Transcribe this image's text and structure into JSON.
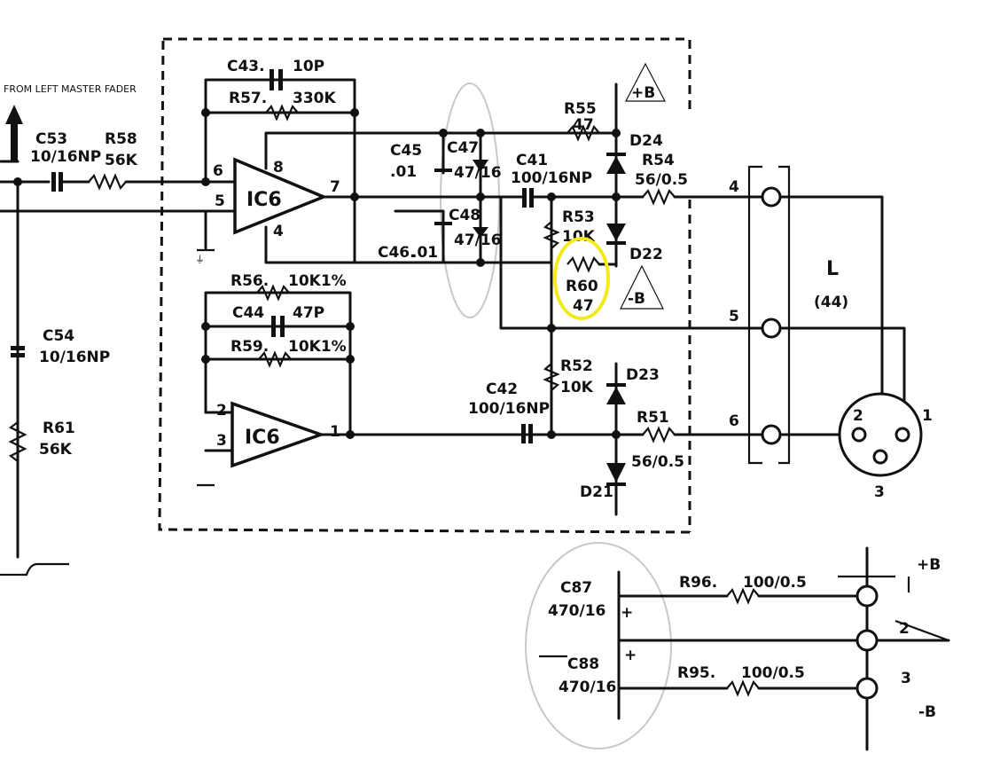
{
  "notes": {
    "source": "FROM LEFT MASTER FADER"
  },
  "ic": {
    "upper": {
      "name": "IC6",
      "pins": [
        "6",
        "5",
        "8",
        "4",
        "7"
      ]
    },
    "lower": {
      "name": "IC6",
      "pins": [
        "2",
        "3",
        "1"
      ]
    }
  },
  "components": {
    "c53": {
      "ref": "C53",
      "value": "10/16NP"
    },
    "r58": {
      "ref": "R58",
      "value": "56K"
    },
    "c43": {
      "ref": "C43.",
      "value": "10P"
    },
    "r57": {
      "ref": "R57.",
      "value": "330K"
    },
    "r56": {
      "ref": "R56.",
      "value": "10K1%"
    },
    "c44": {
      "ref": "C44",
      "value": "47P"
    },
    "r59": {
      "ref": "R59.",
      "value": "10K1%"
    },
    "c45": {
      "ref": "C45",
      "value": ".01"
    },
    "c46": {
      "ref": "C46.",
      "value": ".01"
    },
    "c47": {
      "ref": "C47",
      "value": "47/16"
    },
    "c48": {
      "ref": "C48",
      "value": "47/16"
    },
    "c41": {
      "ref": "C41",
      "value": "100/16NP"
    },
    "c42": {
      "ref": "C42",
      "value": "100/16NP"
    },
    "r55": {
      "ref": "R55",
      "value": "47"
    },
    "r53": {
      "ref": "R53",
      "value": "10K"
    },
    "r60": {
      "ref": "R60",
      "value": "47"
    },
    "r52": {
      "ref": "R52",
      "value": "10K"
    },
    "r54": {
      "ref": "R54",
      "value": "56/0.5"
    },
    "r51": {
      "ref": "R51",
      "value": "56/0.5"
    },
    "d24": {
      "ref": "D24"
    },
    "d22": {
      "ref": "D22"
    },
    "d23": {
      "ref": "D23"
    },
    "d21": {
      "ref": "D21"
    },
    "c54": {
      "ref": "C54",
      "value": "10/16NP"
    },
    "r61": {
      "ref": "R61",
      "value": "56K"
    },
    "c87": {
      "ref": "C87",
      "value": "470/16"
    },
    "c88": {
      "ref": "C88",
      "value": "470/16"
    },
    "r96": {
      "ref": "R96.",
      "value": "100/0.5"
    },
    "r95": {
      "ref": "R95.",
      "value": "100/0.5"
    }
  },
  "rails": {
    "pos": "+B",
    "neg": "-B"
  },
  "connector": {
    "name": "L",
    "code": "(44)",
    "pins": [
      "4",
      "5",
      "6"
    ],
    "xlr_pins": [
      "2",
      "1",
      "3"
    ]
  },
  "power_connector": {
    "pins": [
      "2",
      "3"
    ],
    "pos": "+B",
    "neg": "-B"
  }
}
